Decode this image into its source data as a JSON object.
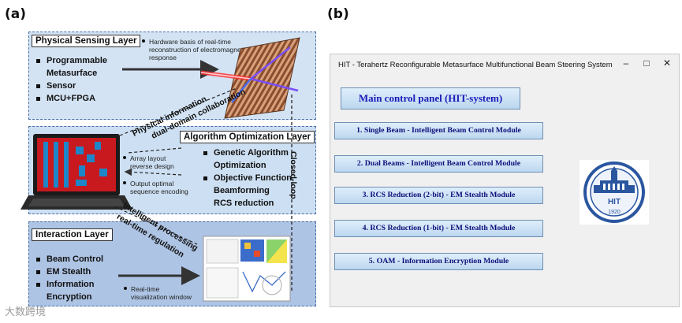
{
  "panel_a": {
    "label": "(a)",
    "physical": {
      "title": "Physical Sensing Layer",
      "items": [
        "Programmable",
        "Metasurface",
        "Sensor",
        "MCU+FPGA"
      ],
      "note": "Hardware basis of real-time reconstruction of electromagnetic response"
    },
    "algorithm": {
      "title": "Algorithm Optimization Layer",
      "items": [
        "Genetic Algorithm",
        "Optimization",
        "Objective Function",
        "Beamforming",
        "RCS reduction"
      ],
      "note1": "Array layout reverse design",
      "note2": "Output optimal sequence encoding"
    },
    "interaction": {
      "title": "Interaction Layer",
      "items": [
        "Beam Control",
        "EM Stealth",
        "Information",
        "Encryption"
      ],
      "note": "Real-time visualization window"
    },
    "link1_line1": "Physical information",
    "link1_line2": "dual-domain collaboration",
    "link2_line1": "Intelligent processing",
    "link2_line2": "real-time regulation",
    "closed_loop": "Closed-loop"
  },
  "panel_b": {
    "label": "(b)",
    "window_title": "HIT - Terahertz Reconfigurable Metasurface Multifunctional Beam Steering System",
    "controls": {
      "minimize": "–",
      "maximize": "□",
      "close": "✕"
    },
    "main_button": "Main control panel  (HIT-system)",
    "modules": [
      "1. Single Beam - Intelligent Beam Control Module",
      "2. Dual Beams - Intelligent Beam Control Module",
      "3. RCS Reduction (2-bit) - EM Stealth Module",
      "4. RCS Reduction (1-bit) - EM Stealth Module",
      "5. OAM - Information Encryption Module"
    ],
    "logo_text": "HIT",
    "logo_year": "1920"
  },
  "watermark": "大数跨境",
  "colors": {
    "layer_fill": "#cfe0f3",
    "button_text": "#0e0e7a",
    "main_button_text": "#1a1ab8"
  }
}
